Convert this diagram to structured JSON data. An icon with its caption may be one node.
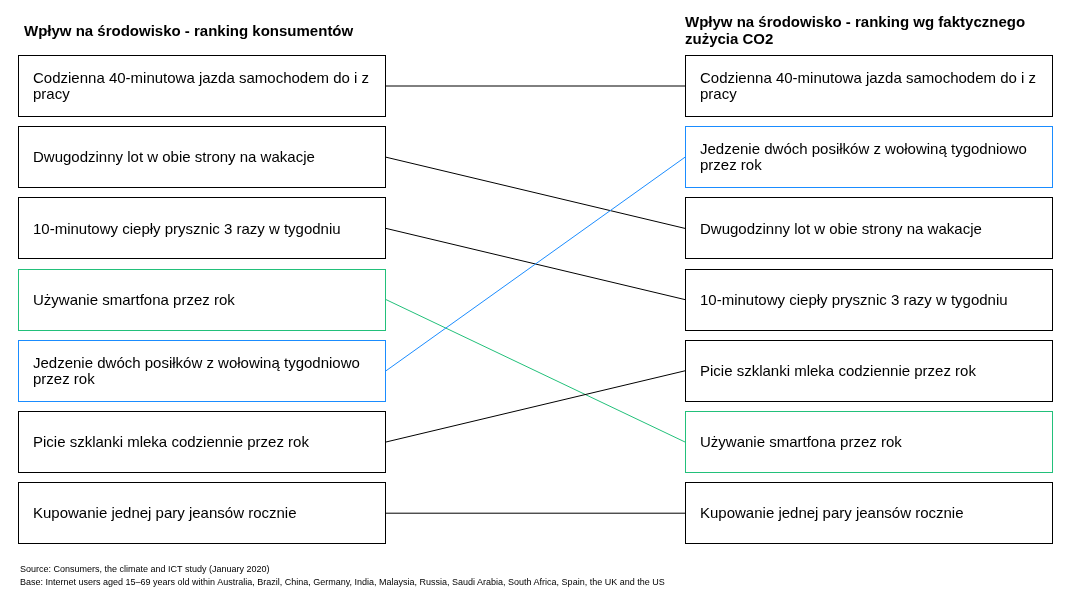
{
  "diagram": {
    "nodes": [
      {
        "text": [
          "Codzienna 40-minutowa jazda samochodem do i z pracy"
        ]
      },
      {
        "text": [
          "Dwugodzinny lot w obie strony na wakacje"
        ]
      },
      {
        "text": [
          "10-minutowy ciepły prysznic 3 razy w tygodniu"
        ]
      },
      {
        "text": [
          "Używanie smartfona przez rok"
        ]
      },
      {
        "text": [
          "Jedzenie dwóch posiłków z wołowiną tygodniowo przez rok"
        ]
      },
      {
        "text": [
          "Picie szklanki mleka codziennie przez rok"
        ]
      },
      {
        "text": [
          "Kupowanie jednej pary jeansów rocznie"
        ]
      },
      {
        "text": [
          "Codzienna 40-minutowa jazda samochodem do i z pracy"
        ]
      },
      {
        "text": [
          "Jedzenie dwóch posiłków z wołowiną tygodniowo przez rok"
        ]
      },
      {
        "text": [
          "Dwugodzinny lot w obie strony na wakacje"
        ]
      },
      {
        "text": [
          "10-minutowy ciepły prysznic 3 razy w tygodniu"
        ]
      },
      {
        "text": [
          "Picie szklanki mleka codziennie przez rok"
        ]
      },
      {
        "text": [
          "Używanie smartfona przez rok"
        ]
      },
      {
        "text": [
          "Kupowanie jednej pary jeansów rocznie"
        ]
      }
    ],
    "edges": [
      {
        "from": 0,
        "to": 7,
        "arrow": "none"
      },
      {
        "from": 1,
        "to": 9,
        "arrow": "none"
      },
      {
        "from": 2,
        "to": 10,
        "arrow": "none"
      },
      {
        "from": 3,
        "to": 12,
        "arrow": "none",
        "color": "#22c07a"
      },
      {
        "from": 4,
        "to": 8,
        "arrow": "none",
        "color": "#1a8cff"
      },
      {
        "from": 5,
        "to": 11,
        "arrow": "none"
      },
      {
        "from": 6,
        "to": 13,
        "arrow": "none"
      }
    ],
    "labels": [
      "Wpływ na środowisko - ranking konsumentów",
      "Wpływ na środowisko - ranking wg faktycznego zużycia CO2",
      "Source: Consumers, the climate and ICT study (January 2020)",
      "Base: Internet users aged 15–69 years old within Australia, Brazil, China, Germany, India, Malaysia, Russia, Saudi Arabia, South Africa, Spain, the UK and the US"
    ]
  }
}
